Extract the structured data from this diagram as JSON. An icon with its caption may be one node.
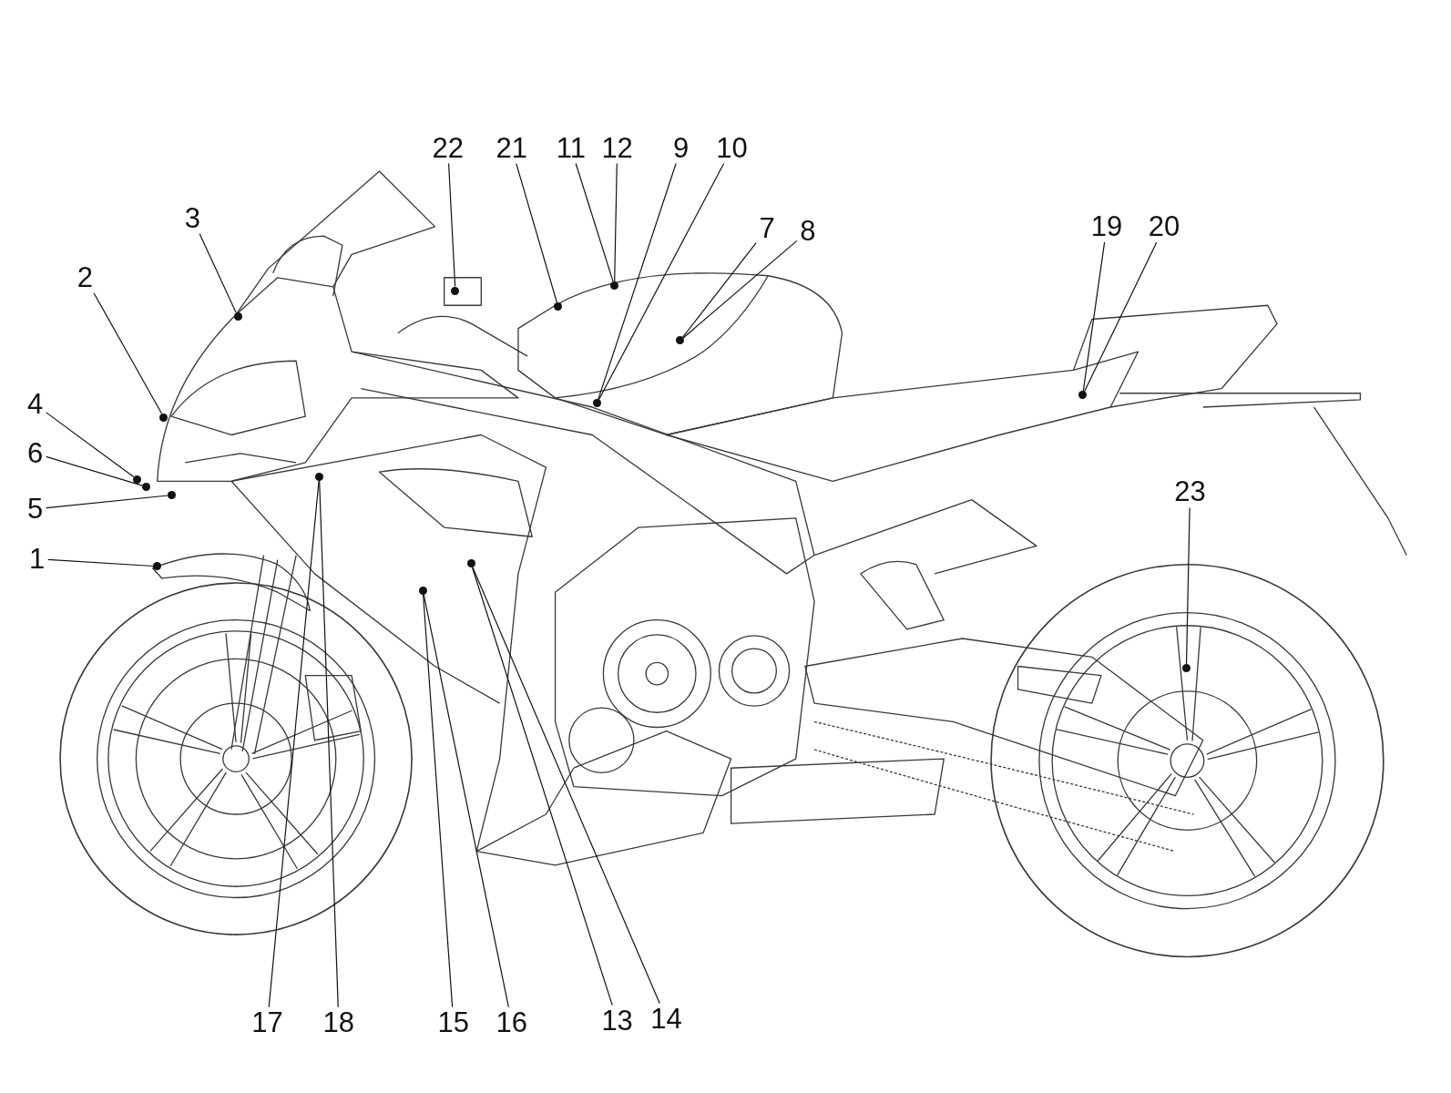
{
  "diagram": {
    "nodes": [
      {
        "text": [
          "22"
        ]
      },
      {
        "text": [
          "21"
        ]
      },
      {
        "text": [
          "11"
        ]
      },
      {
        "text": [
          "12"
        ]
      },
      {
        "text": [
          "9"
        ]
      },
      {
        "text": [
          "10"
        ]
      },
      {
        "text": [
          "3"
        ]
      },
      {
        "text": [
          "7"
        ]
      },
      {
        "text": [
          "8"
        ]
      },
      {
        "text": [
          "19"
        ]
      },
      {
        "text": [
          "20"
        ]
      },
      {
        "text": [
          "2"
        ]
      },
      {
        "text": [
          "4"
        ]
      },
      {
        "text": [
          "6"
        ]
      },
      {
        "text": [
          "5"
        ]
      },
      {
        "text": [
          "23"
        ]
      },
      {
        "text": [
          "1"
        ]
      },
      {
        "text": [
          "17"
        ]
      },
      {
        "text": [
          "18"
        ]
      },
      {
        "text": [
          "15"
        ]
      },
      {
        "text": [
          "16"
        ]
      },
      {
        "text": [
          "13"
        ]
      },
      {
        "text": [
          "14"
        ]
      },
      {
        "text": [],
        "shape": "circle"
      },
      {
        "text": [],
        "shape": "circle"
      },
      {
        "text": [],
        "shape": "circle"
      },
      {
        "text": [],
        "shape": "circle"
      },
      {
        "text": [],
        "shape": "circle"
      },
      {
        "text": [],
        "shape": "circle"
      },
      {
        "text": [],
        "shape": "circle"
      },
      {
        "text": [],
        "shape": "circle"
      },
      {
        "text": [],
        "shape": "circle"
      },
      {
        "text": [],
        "shape": "circle"
      },
      {
        "text": [],
        "shape": "circle"
      },
      {
        "text": [],
        "shape": "circle"
      },
      {
        "text": [],
        "shape": "circle"
      },
      {
        "text": [],
        "shape": "circle"
      },
      {
        "text": [],
        "shape": "circle"
      },
      {
        "text": [],
        "shape": "circle"
      }
    ],
    "edges": [
      {
        "from": 0,
        "to": 23,
        "arrow": "none"
      },
      {
        "from": 1,
        "to": 24,
        "arrow": "none"
      },
      {
        "from": 2,
        "to": 25,
        "arrow": "none"
      },
      {
        "from": 3,
        "to": 25,
        "arrow": "none"
      },
      {
        "from": 4,
        "to": 26,
        "arrow": "none"
      },
      {
        "from": 5,
        "to": 26,
        "arrow": "none"
      },
      {
        "from": 6,
        "to": 27,
        "arrow": "none"
      },
      {
        "from": 7,
        "to": 28,
        "arrow": "none"
      },
      {
        "from": 8,
        "to": 28,
        "arrow": "none"
      },
      {
        "from": 9,
        "to": 29,
        "arrow": "none"
      },
      {
        "from": 10,
        "to": 29,
        "arrow": "none"
      },
      {
        "from": 11,
        "to": 30,
        "arrow": "none"
      },
      {
        "from": 12,
        "to": 31,
        "arrow": "none"
      },
      {
        "from": 13,
        "to": 32,
        "arrow": "none"
      },
      {
        "from": 14,
        "to": 33,
        "arrow": "none"
      },
      {
        "from": 15,
        "to": 34,
        "arrow": "none"
      },
      {
        "from": 16,
        "to": 35,
        "arrow": "none"
      },
      {
        "from": 17,
        "to": 36,
        "arrow": "none"
      },
      {
        "from": 18,
        "to": 36,
        "arrow": "none"
      },
      {
        "from": 19,
        "to": 37,
        "arrow": "none"
      },
      {
        "from": 20,
        "to": 37,
        "arrow": "none"
      },
      {
        "from": 21,
        "to": 38,
        "arrow": "none"
      },
      {
        "from": 22,
        "to": 38,
        "arrow": "none"
      }
    ]
  }
}
